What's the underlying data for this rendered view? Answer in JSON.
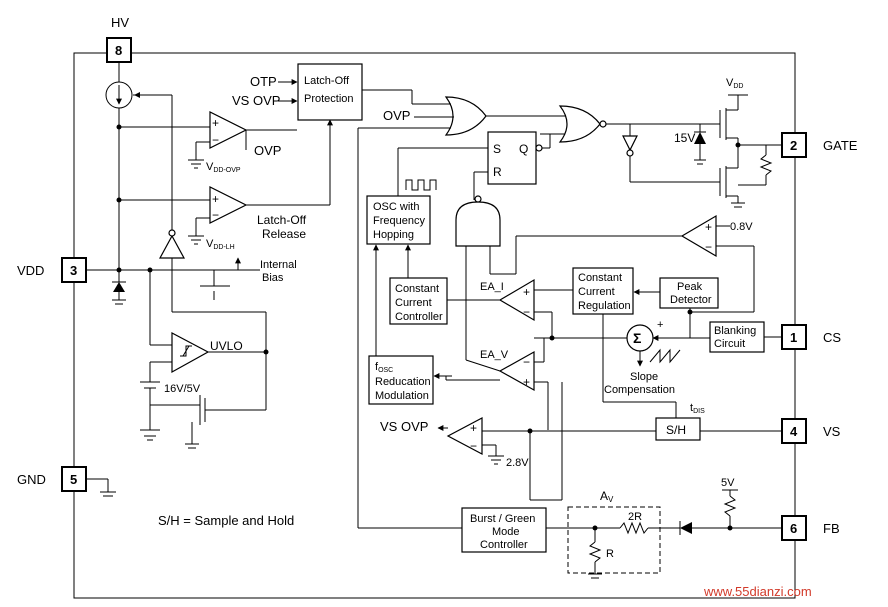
{
  "pins": {
    "hv": {
      "name": "HV",
      "number": "8"
    },
    "vdd": {
      "name": "VDD",
      "number": "3"
    },
    "gnd": {
      "name": "GND",
      "number": "5"
    },
    "gate": {
      "name": "GATE",
      "number": "2"
    },
    "cs": {
      "name": "CS",
      "number": "1"
    },
    "vs": {
      "name": "VS",
      "number": "4"
    },
    "fb": {
      "name": "FB",
      "number": "6"
    }
  },
  "blocks": {
    "latchoff": [
      "Latch-Off",
      "Protection"
    ],
    "osc": [
      "OSC with",
      "Frequency",
      "Hopping"
    ],
    "ccc": [
      "Constant",
      "Current",
      "Controller"
    ],
    "ccr": [
      "Constant",
      "Current",
      "Regulation"
    ],
    "peak": [
      "Peak",
      "Detector"
    ],
    "blank": [
      "Blanking",
      "Circuit"
    ],
    "fosc_main": "f",
    "fosc_sub": "OSC",
    "fosc_lines": [
      "Reducation",
      "Modulation"
    ],
    "sh": "S/H",
    "burst": [
      "Burst / Green",
      "Mode",
      "Controller"
    ]
  },
  "labels": {
    "otp": "OTP",
    "vs_ovp_in": "VS OVP",
    "ovp_out": "OVP",
    "ovp_in": "OVP",
    "vdd_ovp_main": "V",
    "vdd_ovp_sub": "DD-OVP",
    "latchoff_release": [
      "Latch-Off",
      "Release"
    ],
    "vdd_lh_main": "V",
    "vdd_lh_sub": "DD-LH",
    "internal_bias": [
      "Internal",
      "Bias"
    ],
    "uvlo": "UVLO",
    "uvlo_ref": "16V/5V",
    "ea_i": "EA_I",
    "ea_v": "EA_V",
    "vs_ovp_out": "VS OVP",
    "ref_2v8": "2.8V",
    "ref_0v8": "0.8V",
    "slope_comp": [
      "Slope",
      "Compensation"
    ],
    "tdis_main": "t",
    "tdis_sub": "DIS",
    "av_main": "A",
    "av_sub": "V",
    "res_2r": "2R",
    "res_r": "R",
    "five_v": "5V",
    "fifteen_v": "15V",
    "vdd_top_main": "V",
    "vdd_top_sub": "DD",
    "latch_s": "S",
    "latch_q": "Q",
    "latch_r": "R",
    "plus": "+",
    "minus": "−",
    "sh_legend": "S/H = Sample and Hold",
    "watermark": "www.55dianzi.com"
  }
}
